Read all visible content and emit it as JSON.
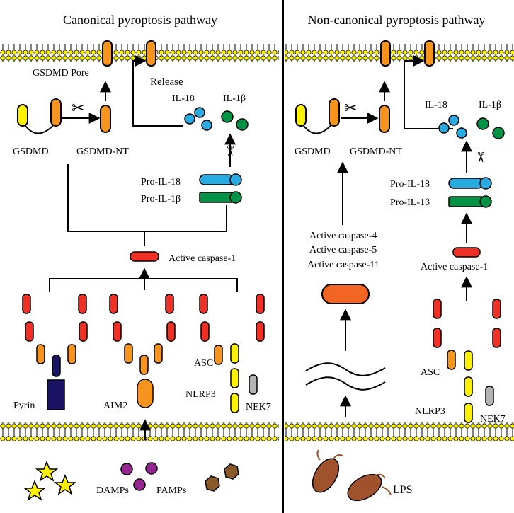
{
  "titles": {
    "canonical": "Canonical pyroptosis pathway",
    "noncanonical": "Non-canonical pyroptosis pathway"
  },
  "left": {
    "gsdmd_pore": "GSDMD Pore",
    "release": "Release",
    "gsdmd": "GSDMD",
    "gsdmd_nt": "GSDMD-NT",
    "il18": "IL-18",
    "il1b": "IL-1β",
    "pro_il18": "Pro-IL-18",
    "pro_il1b": "Pro-IL-1β",
    "active_caspase1": "Active caspase-1",
    "asc": "ASC",
    "pyrin": "Pyrin",
    "aim2": "AIM2",
    "nlrp3": "NLRP3",
    "nek7": "NEK7",
    "damps": "DAMPs",
    "pamps": "PAMPs"
  },
  "right": {
    "gsdmd": "GSDMD",
    "gsdmd_nt": "GSDMD-NT",
    "il18": "IL-18",
    "il1b": "IL-1β",
    "pro_il18": "Pro-IL-18",
    "pro_il1b": "Pro-IL-1β",
    "active_caspase4": "Active caspase-4",
    "active_caspase5": "Active caspase-5",
    "active_caspase11": "Active caspase-11",
    "active_caspase1": "Active caspase-1",
    "asc": "ASC",
    "nlrp3": "NLRP3",
    "nek7": "NEK7",
    "lps": "LPS"
  },
  "colors": {
    "caspase_red": "#ee3124",
    "asc_orange": "#f7941d",
    "gsdmd_orange": "#f7941d",
    "gsdmd_yellow": "#fff200",
    "il18_blue": "#29abe2",
    "il1b_green": "#009245",
    "pyrin_navy": "#1b1464",
    "nek7_gray": "#b3b3b3",
    "damps_purple": "#93278f",
    "pamps_brown": "#8b5a2b",
    "membrane_yellow": "#fff200"
  }
}
